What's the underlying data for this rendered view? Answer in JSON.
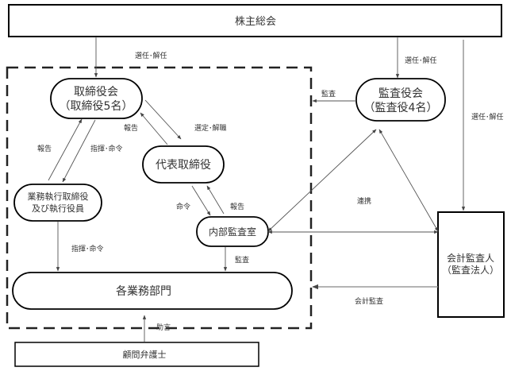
{
  "nodes": {
    "shareholders_meeting": "株主総会",
    "board": [
      "取締役会",
      "（取締役5名）"
    ],
    "audit_board": [
      "監査役会",
      "（監査役4名）"
    ],
    "representative_director": "代表取締役",
    "executive_officers": [
      "業務執行取締役",
      "及び執行役員"
    ],
    "internal_audit": "内部監査室",
    "business_departments": "各業務部門",
    "accounting_auditor": [
      "会計監査人",
      "（監査法人）"
    ],
    "legal_advisor": "顧問弁護士"
  },
  "edges": {
    "shareholders_to_board": "選任･解任",
    "shareholders_to_audit_board": "選任･解任",
    "shareholders_to_accounting_auditor": "選任･解任",
    "audit_board_to_company": "監査",
    "board_to_rep": "選定･解職",
    "rep_to_board": "報告",
    "exec_to_board": "報告",
    "board_to_exec": "指揮･命令",
    "exec_to_departments": "指揮･命令",
    "rep_to_internal_audit": "命令",
    "internal_audit_to_rep": "報告",
    "internal_audit_to_departments": "監査",
    "collaboration": "連携",
    "accounting_audit": "会計監査",
    "advice": "助言"
  }
}
